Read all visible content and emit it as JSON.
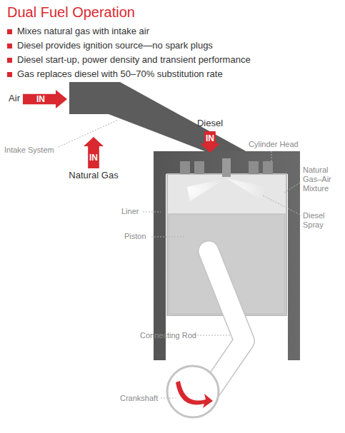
{
  "diagram": {
    "title": "Dual Fuel Operation",
    "nodes": [
      {
        "text": [
          "Air",
          "IN"
        ]
      },
      {
        "text": [
          "Diesel",
          "IN"
        ]
      },
      {
        "text": [
          "IN",
          "Natural Gas"
        ]
      }
    ],
    "labels": [
      "Mixes natural gas with intake air",
      "Diesel provides ignition source—no spark plugs",
      "Diesel start-up, power density and transient performance",
      "Gas replaces diesel with 50–70% substitution rate",
      "Intake System",
      "Cylinder Head",
      "Natural Gas–Air Mixture",
      "Diesel Spray",
      "Liner",
      "Piston",
      "Connecting Rod",
      "Crankshaft"
    ]
  }
}
